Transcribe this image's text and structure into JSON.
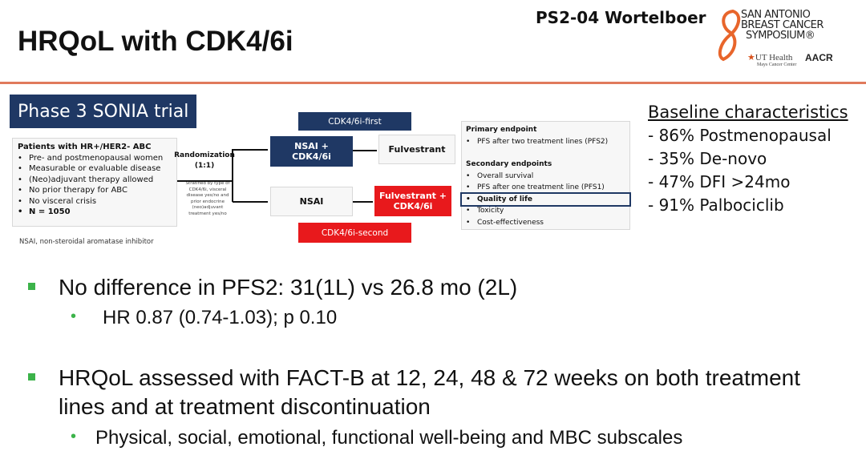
{
  "header": {
    "title": "HRQoL with CDK4/6i",
    "presenter": "PS2-04 Wortelboer",
    "logo": {
      "sabcs": [
        "SAN ANTONIO",
        "BREAST CANCER",
        "SYMPOSIUM®"
      ],
      "ut": "UT Health",
      "ut_sub": "Mays Cancer Center",
      "aacr": "AACR"
    }
  },
  "diagram": {
    "trial_label": "Phase 3 SONIA trial",
    "patients_title": "Patients with HR+/HER2- ABC",
    "patients_items": [
      "Pre- and postmenopausal women",
      "Measurable or evaluable disease",
      "(Neo)adjuvant therapy allowed",
      "No prior therapy for ABC",
      "No visceral crisis",
      "N = 1050"
    ],
    "randomization": "Randomization (1:1)",
    "stratified": "Stratified by type of CDK4/6i, visceral disease yes/no and prior endocrine (neo)adjuvant treatment yes/no",
    "arm1_label": "CDK4/6i-first",
    "arm1_first": "NSAI + CDK4/6i",
    "arm1_second": "Fulvestrant",
    "arm2_label": "CDK4/6i-second",
    "arm2_first": "NSAI",
    "arm2_second": "Fulvestrant + CDK4/6i",
    "footnote": "NSAI, non-steroidal aromatase inhibitor",
    "primary_title": "Primary endpoint",
    "primary_items": [
      "PFS after two treatment lines (PFS2)"
    ],
    "secondary_title": "Secondary endpoints",
    "secondary_items": [
      "Overall survival",
      "PFS after one treatment line (PFS1)",
      "Quality of life",
      "Toxicity",
      "Cost-effectiveness"
    ]
  },
  "baseline": {
    "title": "Baseline characteristics",
    "items": [
      "- 86% Postmenopausal",
      "- 35% De-novo",
      "- 47% DFI >24mo",
      "- 91% Palbociclib"
    ]
  },
  "bullets": [
    {
      "text": "No difference in PFS2: 31(1L) vs 26.8 mo (2L)",
      "sub": "HR 0.87 (0.74-1.03); p 0.10"
    },
    {
      "text": "HRQoL assessed with FACT-B at 12, 24, 48 & 72 weeks on both treatment lines and at treatment discontinuation",
      "sub": "Physical, social, emotional, functional well-being and MBC subscales"
    }
  ]
}
